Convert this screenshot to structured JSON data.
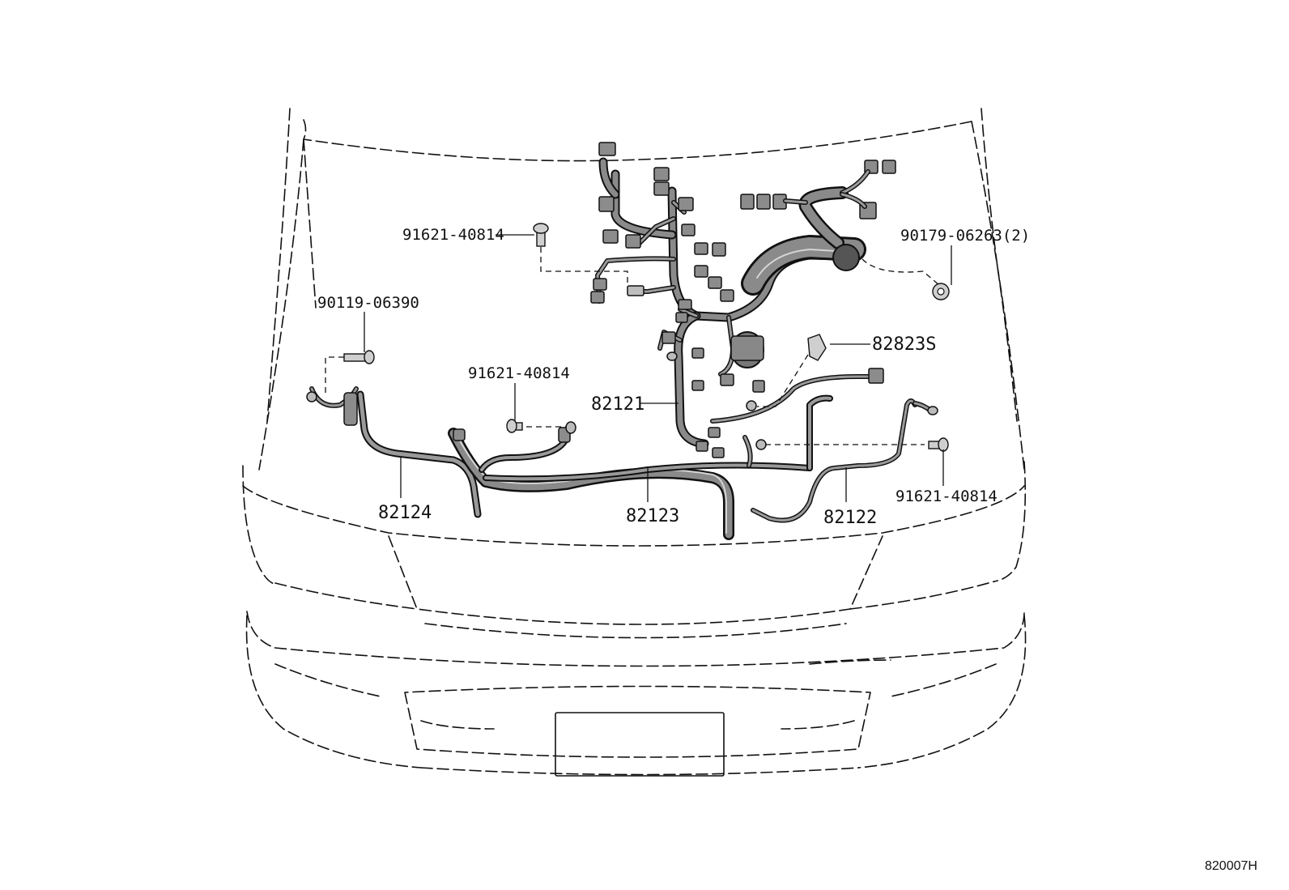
{
  "diagram_code": "820007H",
  "callouts": {
    "bolt_top": "91621-40814",
    "nut_right": "90179-06263(2)",
    "bolt_left": "90119-06390",
    "bolt_mid": "91621-40814",
    "protector": "82823S",
    "harness_main": "82121",
    "bolt_right": "91621-40814",
    "wire_left": "82124",
    "wire_center": "82123",
    "wire_right": "82122"
  }
}
